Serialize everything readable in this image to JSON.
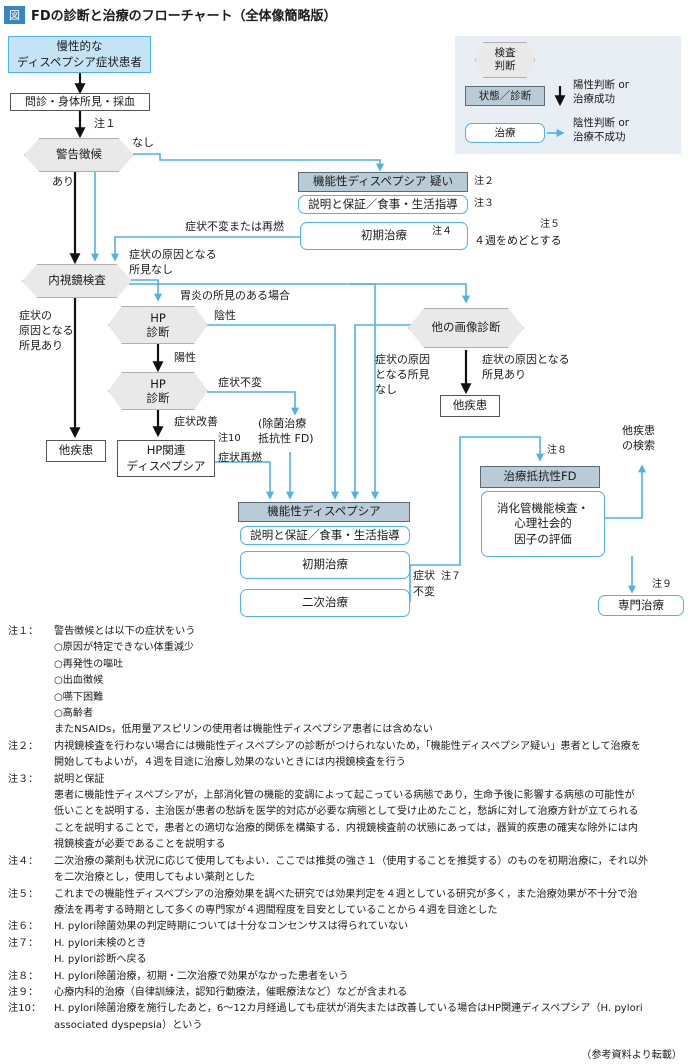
{
  "title_badge": "図",
  "title": "FDの診断と治療のフローチャート（全体像簡略版）",
  "legend": {
    "exam": "検査\n判断",
    "state": "状態／診断",
    "arrow_pos": "陽性判断 or\n治療成功",
    "treat": "治療",
    "arrow_neg": "陰性判断 or\n治療不成功"
  },
  "nodes": {
    "patient": "慢性的な\nディスペプシア症状患者",
    "interview": "問診・身体所見・採血",
    "warning": "警告徴候",
    "suspect": "機能性ディスペプシア 疑い",
    "explain1": "説明と保証／食事・生活指導",
    "init1": "初期治療",
    "endo": "内視鏡検査",
    "hp1": "HP\n診断",
    "hp2": "HP\n診断",
    "imaging": "他の画像診断",
    "other1": "他疾患",
    "other2": "他疾患",
    "hpfd": "HP関連\nディスペプシア",
    "fd": "機能性ディスペプシア",
    "explain2": "説明と保証／食事・生活指導",
    "init2": "初期治療",
    "second": "二次治療",
    "refractory": "治療抵抗性FD",
    "eval": "消化管機能検査・\n心理社会的\n因子の評価",
    "specialist": "専門治療"
  },
  "labels": {
    "note1": "注１",
    "nashi": "なし",
    "ari": "あり",
    "note2": "注２",
    "note3": "注３",
    "note4": "注４",
    "note5": "注５",
    "four_weeks": "４週をめどとする",
    "unchanged_again": "症状不変または再燃",
    "cause_none": "症状の原因となる\n所見なし",
    "cause_found": "症状の\n原因となる\n所見あり",
    "gastritis": "胃炎の所見のある場合",
    "negative": "陰性",
    "positive": "陽性",
    "unchanged": "症状不変",
    "improved": "症状改善",
    "note10": "注10",
    "eradication_res": "(除菌治療\n抵抗性 FD)",
    "relapse": "症状再燃",
    "img_none": "症状の原因\nとなる所見\nなし",
    "img_found": "症状の原因となる\n所見あり",
    "symptom": "症状",
    "note7": "注７",
    "fuhen": "不変",
    "note8": "注８",
    "other_exam": "他疾患\nの検索",
    "note9": "注９"
  },
  "notes": [
    {
      "k": "注１：",
      "lines": [
        "警告徴候とは以下の症状をいう"
      ]
    },
    {
      "k": "",
      "lines": [
        "○原因が特定できない体重減少",
        "○再発性の嘔吐",
        "○出血徴候",
        "○嚥下困難",
        "○高齢者",
        "またNSAIDs，低用量アスピリンの使用者は機能性ディスペプシア患者には含めない"
      ]
    },
    {
      "k": "注２：",
      "lines": [
        "内視鏡検査を行わない場合には機能性ディスペプシアの診断がつけられないため，「機能性ディスペプシア疑い」患者として治療を",
        "開始してもよいが，４週を目途に治療し効果のないときには内視鏡検査を行う"
      ]
    },
    {
      "k": "注３：",
      "lines": [
        "説明と保証",
        "患者に機能性ディスペプシアが，上部消化管の機能的変調によって起こっている病態であり，生命予後に影響する病態の可能性が",
        "低いことを説明する．主治医が患者の愁訴を医学的対応が必要な病態として受け止めたこと，愁訴に対して治療方針が立てられる",
        "ことを説明することで，患者との適切な治療的関係を構築する．内視鏡検査前の状態にあっては，器質的疾患の確実な除外には内",
        "視鏡検査が必要であることを説明する"
      ]
    },
    {
      "k": "注４：",
      "lines": [
        "二次治療の薬剤も状況に応じて使用してもよい．ここでは推奨の強さ１（使用することを推奨する）のものを初期治療に，それ以外",
        "を二次治療とし，使用してもよい薬剤とした"
      ]
    },
    {
      "k": "注５：",
      "lines": [
        "これまでの機能性ディスペプシアの治療効果を調べた研究では効果判定を４週としている研究が多く，また治療効果が不十分で治",
        "療法を再考する時期として多くの専門家が４週間程度を目安としていることから４週を目途とした"
      ]
    },
    {
      "k": "注６：",
      "lines": [
        "H. pylori除菌効果の判定時期については十分なコンセンサスは得られていない"
      ]
    },
    {
      "k": "注７：",
      "lines": [
        "H. pylori未検のとき",
        "H. pylori診断へ戻る"
      ]
    },
    {
      "k": "注８：",
      "lines": [
        "H. pylori除菌治療，初期・二次治療で効果がなかった患者をいう"
      ]
    },
    {
      "k": "注９：",
      "lines": [
        "心療内科的治療（自律訓練法，認知行動療法，催眠療法など）などが含まれる"
      ]
    },
    {
      "k": "注10：",
      "lines": [
        "H. pylori除菌治療を施行したあと，6〜12カ月経過しても症状が消失または改善している場合はHP関連ディスペプシア（H. pylori",
        "associated dyspepsia）という"
      ]
    }
  ],
  "source": "（参考資料より転載）",
  "colors": {
    "blue_line": "#4fb3e3",
    "black_line": "#111111",
    "state_fill": "#b9cbd6",
    "patient_fill": "#c4e3f5",
    "title_badge": "#3b84c4"
  }
}
